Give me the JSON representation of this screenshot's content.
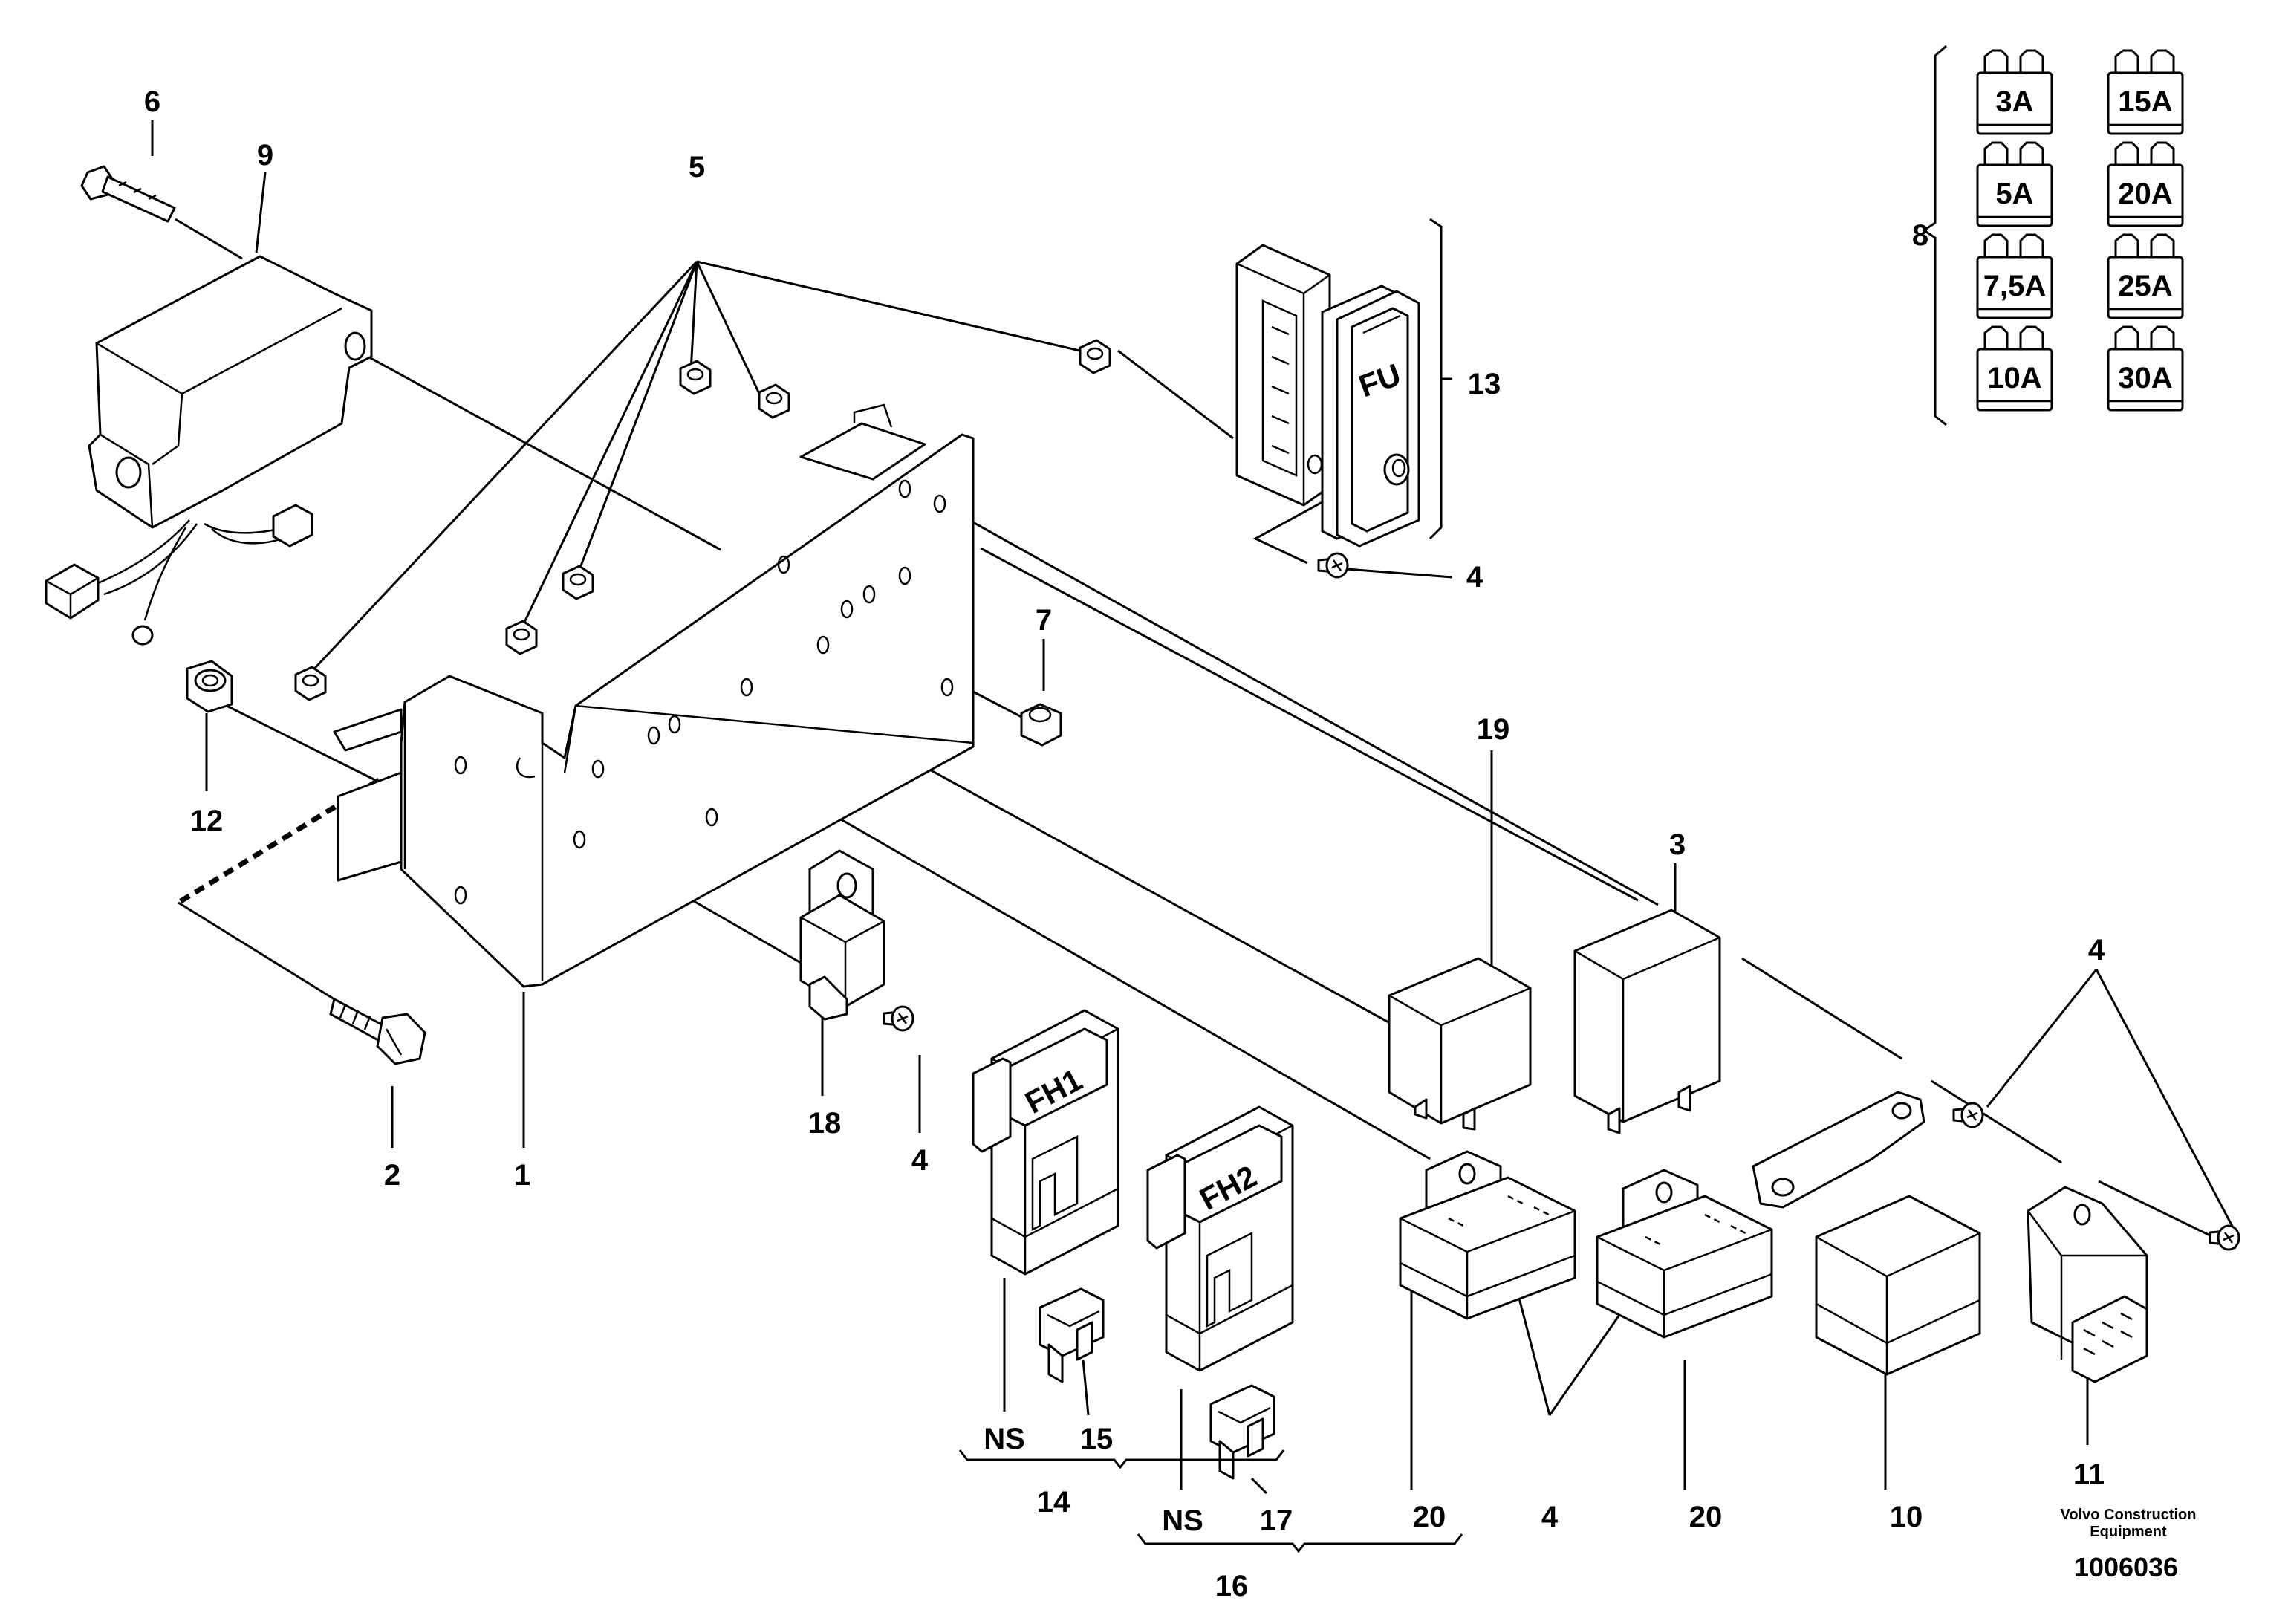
{
  "callouts": [
    {
      "id": "c1",
      "text": "1"
    },
    {
      "id": "c2",
      "text": "2"
    },
    {
      "id": "c3",
      "text": "3"
    },
    {
      "id": "c4a",
      "text": "4"
    },
    {
      "id": "c4b",
      "text": "4"
    },
    {
      "id": "c4c",
      "text": "4"
    },
    {
      "id": "c4d",
      "text": "4"
    },
    {
      "id": "c5",
      "text": "5"
    },
    {
      "id": "c6",
      "text": "6"
    },
    {
      "id": "c7",
      "text": "7"
    },
    {
      "id": "c8",
      "text": "8"
    },
    {
      "id": "c9",
      "text": "9"
    },
    {
      "id": "c10",
      "text": "10"
    },
    {
      "id": "c11",
      "text": "11"
    },
    {
      "id": "c12",
      "text": "12"
    },
    {
      "id": "c13",
      "text": "13"
    },
    {
      "id": "c14",
      "text": "14"
    },
    {
      "id": "c15",
      "text": "15"
    },
    {
      "id": "c16",
      "text": "16"
    },
    {
      "id": "c17",
      "text": "17"
    },
    {
      "id": "c18",
      "text": "18"
    },
    {
      "id": "c19",
      "text": "19"
    },
    {
      "id": "c20a",
      "text": "20"
    },
    {
      "id": "c20b",
      "text": "20"
    },
    {
      "id": "ns1",
      "text": "NS"
    },
    {
      "id": "ns2",
      "text": "NS"
    }
  ],
  "fuse_ratings": [
    "3A",
    "15A",
    "5A",
    "20A",
    "7,5A",
    "25A",
    "10A",
    "30A"
  ],
  "fuse_box_label": "FU",
  "fuse_holder_1": "FH1",
  "fuse_holder_2": "FH2",
  "brand": {
    "line1": "Volvo Construction",
    "line2": "Equipment"
  },
  "document_number": "1006036"
}
